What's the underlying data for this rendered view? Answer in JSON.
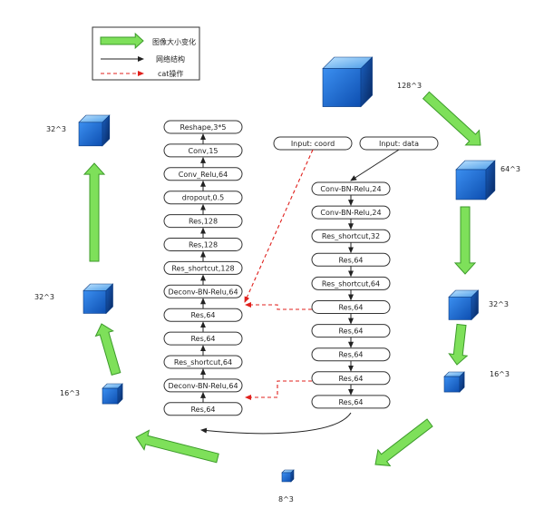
{
  "legend": {
    "items": [
      {
        "label": "图像大小变化",
        "kind": "green-arrow"
      },
      {
        "label": "网络结构",
        "kind": "black-arrow"
      },
      {
        "label": "cat操作",
        "kind": "red-dashed-arrow"
      }
    ]
  },
  "inputs": {
    "coord": "Input: coord",
    "data": "Input: data"
  },
  "encoder": [
    "Conv-BN-Relu,24",
    "Conv-BN-Relu,24",
    "Res_shortcut,32",
    "Res,64",
    "Res_shortcut,64",
    "Res,64",
    "Res,64",
    "Res,64",
    "Res,64",
    "Res,64"
  ],
  "decoder": [
    "Reshape,3*5",
    "Conv,15",
    "Conv_Relu,64",
    "dropout,0.5",
    "Res,128",
    "Res,128",
    "Res_shortcut,128",
    "Deconv-BN-Relu,64",
    "Res,64",
    "Res,64",
    "Res_shortcut,64",
    "Deconv-BN-Relu,64",
    "Res,64"
  ],
  "sizes": {
    "s128": "128^3",
    "s64": "64^3",
    "s32_right": "32^3",
    "s16_right": "16^3",
    "s8": "8^3",
    "s16_left": "16^3",
    "s32_left_mid": "32^3",
    "s32_left_top": "32^3"
  },
  "colors": {
    "green_arrow": "#7ee05a",
    "green_arrow_edge": "#3c9a2a",
    "cube_top": "#5aa8f0",
    "cube_front": "#1f6fd0",
    "cube_side": "#0d3f8a",
    "cat_arrow": "#e0201c"
  }
}
